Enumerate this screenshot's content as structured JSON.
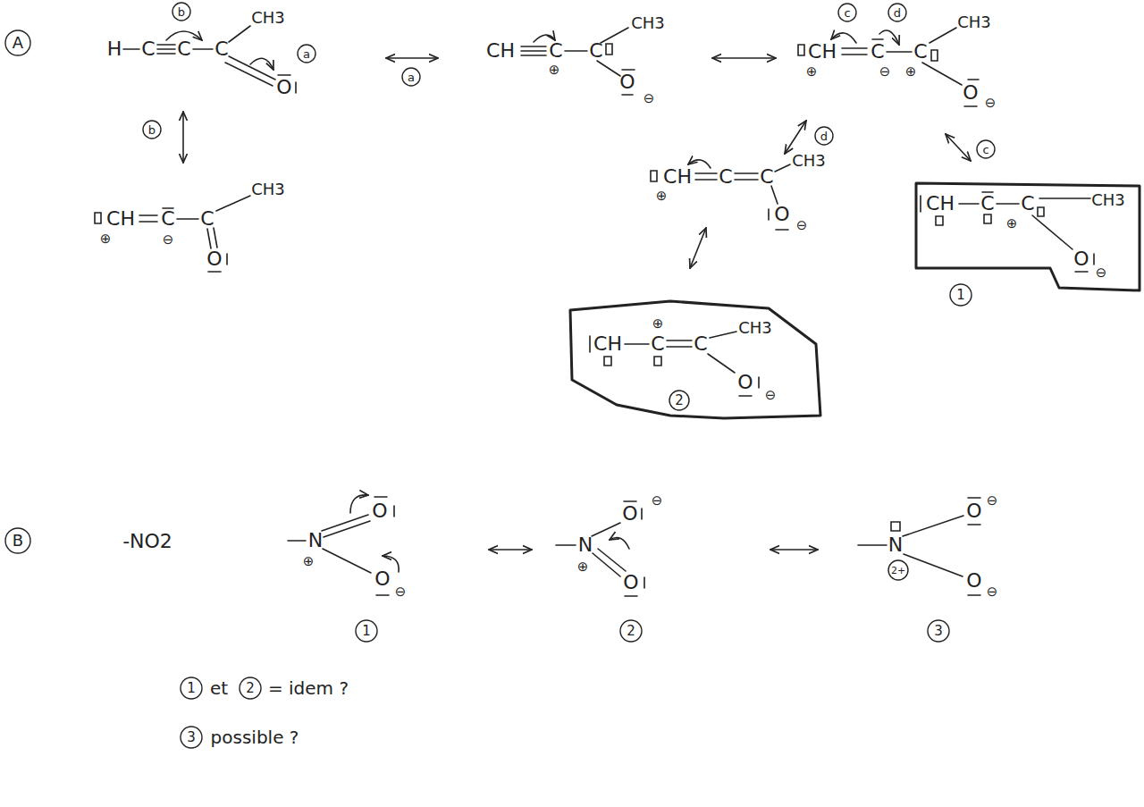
{
  "diagram": {
    "nodes": [
      {
        "text": [
          "CH",
          "C",
          "C",
          "⊕",
          "CH3",
          "O",
          "⊖",
          "1"
        ]
      },
      {
        "text": [
          "CH",
          "C",
          "⊕",
          "C",
          "CH3",
          "O",
          "⊖",
          "2"
        ]
      }
    ],
    "labels": [
      "A",
      "H",
      "C",
      "C",
      "C",
      "CH3",
      "O",
      "a",
      "b",
      "a",
      "CH",
      "C",
      "⊕",
      "C",
      "CH3",
      "O",
      "⊖",
      "CH",
      "⊕",
      "C",
      "⊖",
      "C",
      "⊕",
      "CH3",
      "O",
      "⊖",
      "c",
      "d",
      "CH",
      "⊕",
      "C",
      "⊖",
      "C",
      "CH3",
      "O",
      "b",
      "d",
      "c",
      "CH",
      "⊕",
      "C",
      "C",
      "CH3",
      "O",
      "⊖",
      "B",
      "-NO2",
      "N",
      "⊕",
      "O",
      "O",
      "⊖",
      "1",
      "N",
      "⊕",
      "O",
      "⊖",
      "O",
      "2",
      "N",
      "2+",
      "O",
      "⊖",
      "O",
      "⊖",
      "3",
      "1",
      "et",
      "2",
      "= idem ?",
      "3",
      "possible ?"
    ]
  }
}
